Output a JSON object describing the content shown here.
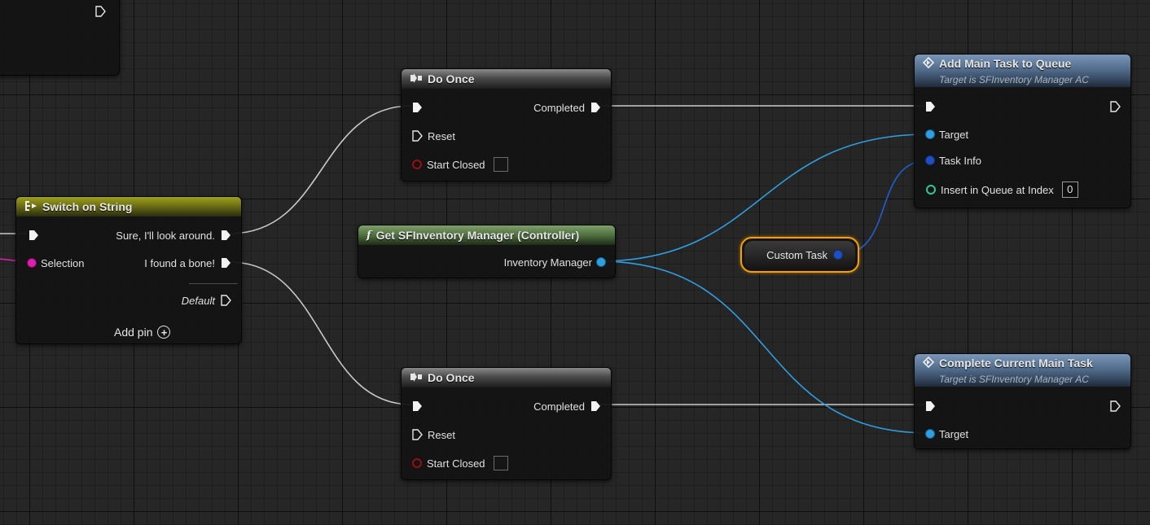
{
  "nodes": {
    "do_once_top": {
      "title": "Do Once",
      "completed": "Completed",
      "reset": "Reset",
      "start_closed": "Start Closed"
    },
    "do_once_bottom": {
      "title": "Do Once",
      "completed": "Completed",
      "reset": "Reset",
      "start_closed": "Start Closed"
    },
    "switch_on_string": {
      "title": "Switch on String",
      "selection": "Selection",
      "option_1": "Sure, I'll look around.",
      "option_2": "I found a bone!",
      "default": "Default",
      "add_pin": "Add pin"
    },
    "get_inventory_manager": {
      "title": "Get SFInventory Manager (Controller)",
      "output": "Inventory Manager"
    },
    "add_main_task": {
      "title": "Add Main Task to Queue",
      "subtitle": "Target is SFInventory Manager AC",
      "target": "Target",
      "task_info": "Task Info",
      "insert_index_label": "Insert in Queue at Index",
      "insert_index_value": "0"
    },
    "complete_main_task": {
      "title": "Complete Current Main Task",
      "subtitle": "Target is SFInventory Manager AC",
      "target": "Target"
    },
    "custom_task": {
      "label": "Custom Task"
    }
  },
  "colors": {
    "exec_wire": "#c8c8c8",
    "object_wire": "#2e9fe0",
    "struct_wire": "#1f4fc0",
    "string_wire": "#e01fb0",
    "selection_highlight": "#f5a000"
  }
}
